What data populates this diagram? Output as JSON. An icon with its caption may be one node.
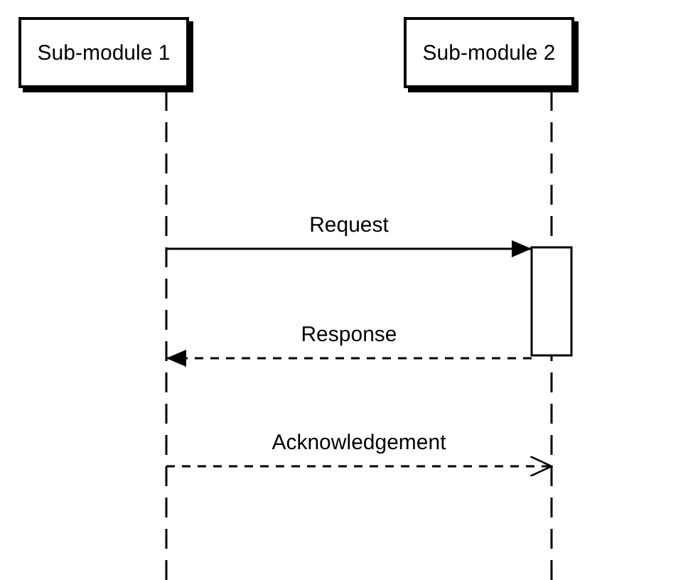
{
  "diagram": {
    "nodes": [
      {
        "text": [
          "Sub-module 1"
        ]
      },
      {
        "text": [
          "Sub-module 2"
        ]
      },
      {
        "text": [],
        "shape": "bar",
        "in": 1
      }
    ],
    "edges": [
      {
        "from": 0,
        "to": 2,
        "arrow": "to",
        "label": "Request"
      },
      {
        "from": 2,
        "to": 0,
        "arrow": "to",
        "label": "Response",
        "style": "dashed"
      },
      {
        "from": 0,
        "to": 1,
        "arrow": "to",
        "label": "Acknowledgement",
        "style": "dashed"
      }
    ]
  }
}
